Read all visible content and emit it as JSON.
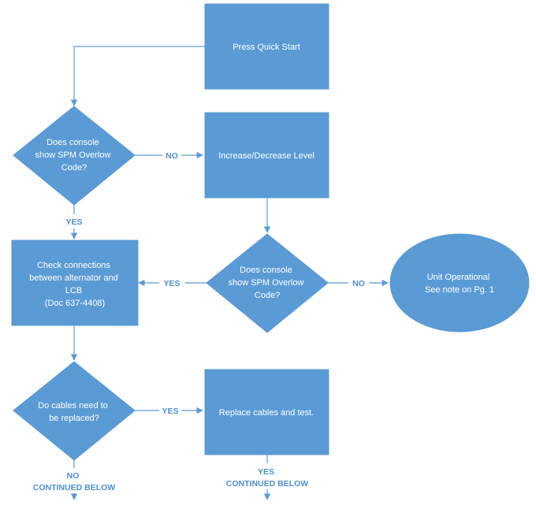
{
  "colors": {
    "fill": "#5b9bd5",
    "stroke": "#5b9bd5",
    "line": "#5b9bd5",
    "label": "#4d8fcf",
    "text": "#ffffff"
  },
  "nodes": {
    "quick_start": [
      "Press Quick Start"
    ],
    "decision_1": [
      "Does console",
      "show SPM Overlow",
      "Code?"
    ],
    "adjust_level": [
      "Increase/Decrease Level"
    ],
    "check_connections": [
      "Check connections",
      "between alternator and",
      "LCB",
      "(Doc 637-4408)"
    ],
    "decision_2": [
      "Does console",
      "show SPM Overlow",
      "Code?"
    ],
    "unit_operational": [
      "Unit Operational",
      "See note on Pg. 1"
    ],
    "decision_3": [
      "Do cables need to",
      "be replaced?"
    ],
    "replace_cables": [
      "Replace cables and test."
    ]
  },
  "edges": {
    "d1_no": "NO",
    "d1_yes": "YES",
    "d2_yes": "YES",
    "d2_no": "NO",
    "d3_yes": "YES",
    "d3_no": [
      "NO",
      "CONTINUED BELOW"
    ],
    "replace_yes": [
      "YES",
      "CONTINUED BELOW"
    ]
  }
}
